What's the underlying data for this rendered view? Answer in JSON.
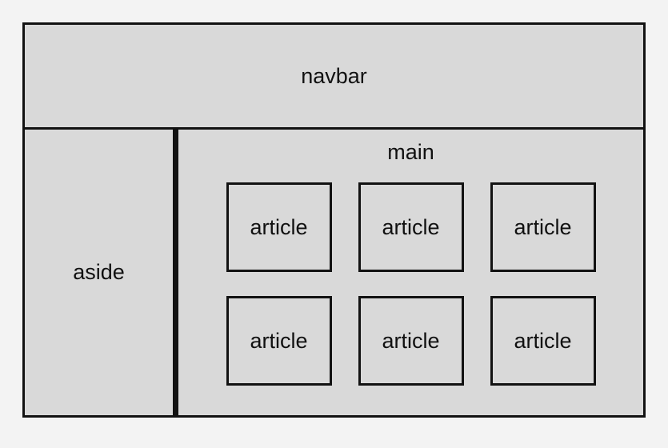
{
  "layout": {
    "navbar_label": "navbar",
    "aside_label": "aside",
    "main_label": "main",
    "articles": [
      "article",
      "article",
      "article",
      "article",
      "article",
      "article"
    ],
    "colors": {
      "region_fill": "#d9d9d9",
      "border": "#121212",
      "page_background": "#f3f3f3",
      "text": "#111111"
    }
  }
}
